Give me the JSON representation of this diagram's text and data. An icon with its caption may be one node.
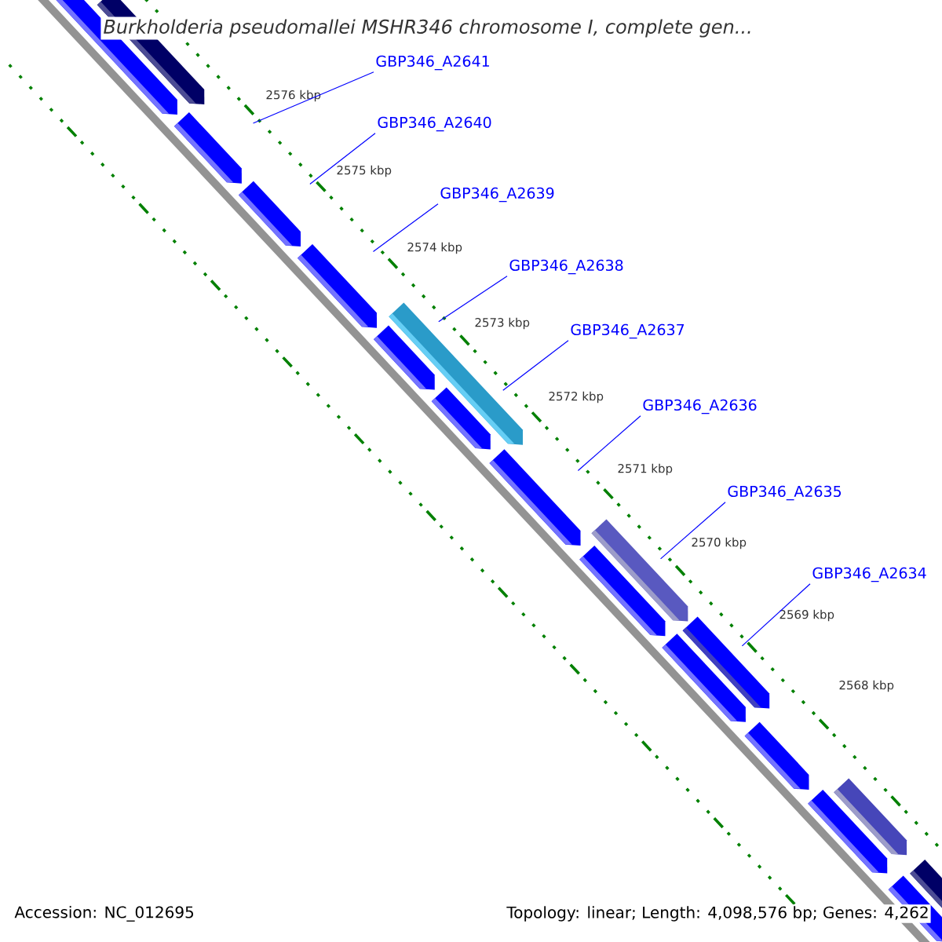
{
  "diagram": {
    "title": "Burkholderia pseudomallei MSHR346 chromosome I, complete gen...",
    "nodes": [
      {
        "text": [
          "GBP346_A2641"
        ]
      },
      {
        "text": [
          "GBP346_A2640"
        ]
      },
      {
        "text": [
          "GBP346_A2639"
        ]
      },
      {
        "text": [
          "GBP346_A2638"
        ]
      },
      {
        "text": [
          "GBP346_A2637"
        ]
      },
      {
        "text": [
          "GBP346_A2636"
        ]
      },
      {
        "text": [
          "GBP346_A2635"
        ]
      },
      {
        "text": [
          "GBP346_A2634"
        ]
      }
    ],
    "edges": [
      {
        "from": 0,
        "to": null,
        "arrow": "none"
      },
      {
        "from": 1,
        "to": null,
        "arrow": "none"
      },
      {
        "from": 2,
        "to": null,
        "arrow": "none"
      },
      {
        "from": 3,
        "to": null,
        "arrow": "none"
      },
      {
        "from": 4,
        "to": null,
        "arrow": "none"
      },
      {
        "from": 5,
        "to": null,
        "arrow": "none"
      },
      {
        "from": 6,
        "to": null,
        "arrow": "none"
      },
      {
        "from": 7,
        "to": null,
        "arrow": "none"
      }
    ],
    "labels": [
      "2576 kbp",
      "2575 kbp",
      "2574 kbp",
      "2573 kbp",
      "2572 kbp",
      "2571 kbp",
      "2570 kbp",
      "2569 kbp",
      "2568 kbp",
      "Accession: NC_012695",
      "Topology: linear; Length: 4,098,576 bp; Genes: 4,262"
    ]
  }
}
